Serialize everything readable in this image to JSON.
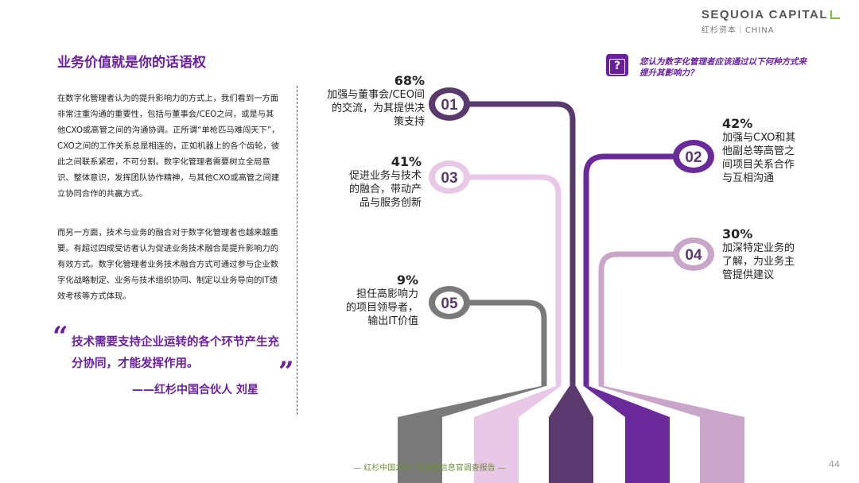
{
  "brand": {
    "name": "SEQUOIA CAPITAL",
    "sub": "红杉资本｜CHINA"
  },
  "title": "业务价值就是你的话语权",
  "paragraphs": [
    "在数字化管理者认为的提升影响力的方式上，我们看到一方面非常注重沟通的重要性，包括与董事会/CEO之间，或是与其他CXO或高管之间的沟通协调。正所谓“单枪匹马难闯天下”，CXO之间的工作关系总是相连的，正如机器上的各个齿轮，彼此之间联系紧密，不可分割。数字化管理者需要树立全局意识、整体意识，发挥团队协作精神，与其他CXO或高管之间建立协同合作的共赢方式。",
    "而另一方面，技术与业务的融合对于数字化管理者也越来越重要。有超过四成受访者认为促进业务技术融合是提升影响力的有效方式。数字化管理者业务技术融合方式可通过参与企业数字化战略制定、业务与技术组织协同、制定以业务导向的IT绩效考核等方式体现。"
  ],
  "quote": {
    "open": "“",
    "text": "技术需要支持企业运转的各个环节产生充分协同，才能发挥作用。",
    "close": "”",
    "author": "——红杉中国合伙人  刘星"
  },
  "question": {
    "icon": "question-mark-icon",
    "symbol": "?",
    "text": "您认为数字化管理者应该通过以下何种方式来提升其影响力？"
  },
  "items": [
    {
      "num": "01",
      "pct": "68%",
      "desc": [
        "加强与董事会/CEO间",
        "的交流，为其提供决",
        "策支持"
      ],
      "color": "#5a3a6e"
    },
    {
      "num": "02",
      "pct": "42%",
      "desc": [
        "加强与CXO和其",
        "他副总等高管之",
        "间项目关系合作",
        "与互相沟通"
      ],
      "color": "#6a2a9a"
    },
    {
      "num": "03",
      "pct": "41%",
      "desc": [
        "促进业务与技术",
        "的融合，带动产",
        "品与服务创新"
      ],
      "color": "#e8c8e6"
    },
    {
      "num": "04",
      "pct": "30%",
      "desc": [
        "加深特定业务的",
        "了解，为业务主",
        "管提供建议"
      ],
      "color": "#c9a6c9"
    },
    {
      "num": "05",
      "pct": "9%",
      "desc": [
        "担任高影响力",
        "的项目领导者，",
        "输出IT价值"
      ],
      "color": "#7a7a7a"
    }
  ],
  "footer": "— 红杉中国2021年首席信息官调查报告 —",
  "page_number": "44",
  "colors": {
    "accent": "#6a1fa0",
    "dark_purple": "#5a3a6e",
    "purple": "#6a2a9a",
    "light_pink": "#e8c8e6",
    "pink": "#c9a6c9",
    "gray": "#7a7a7a",
    "footer_green": "#6b8f3a"
  }
}
